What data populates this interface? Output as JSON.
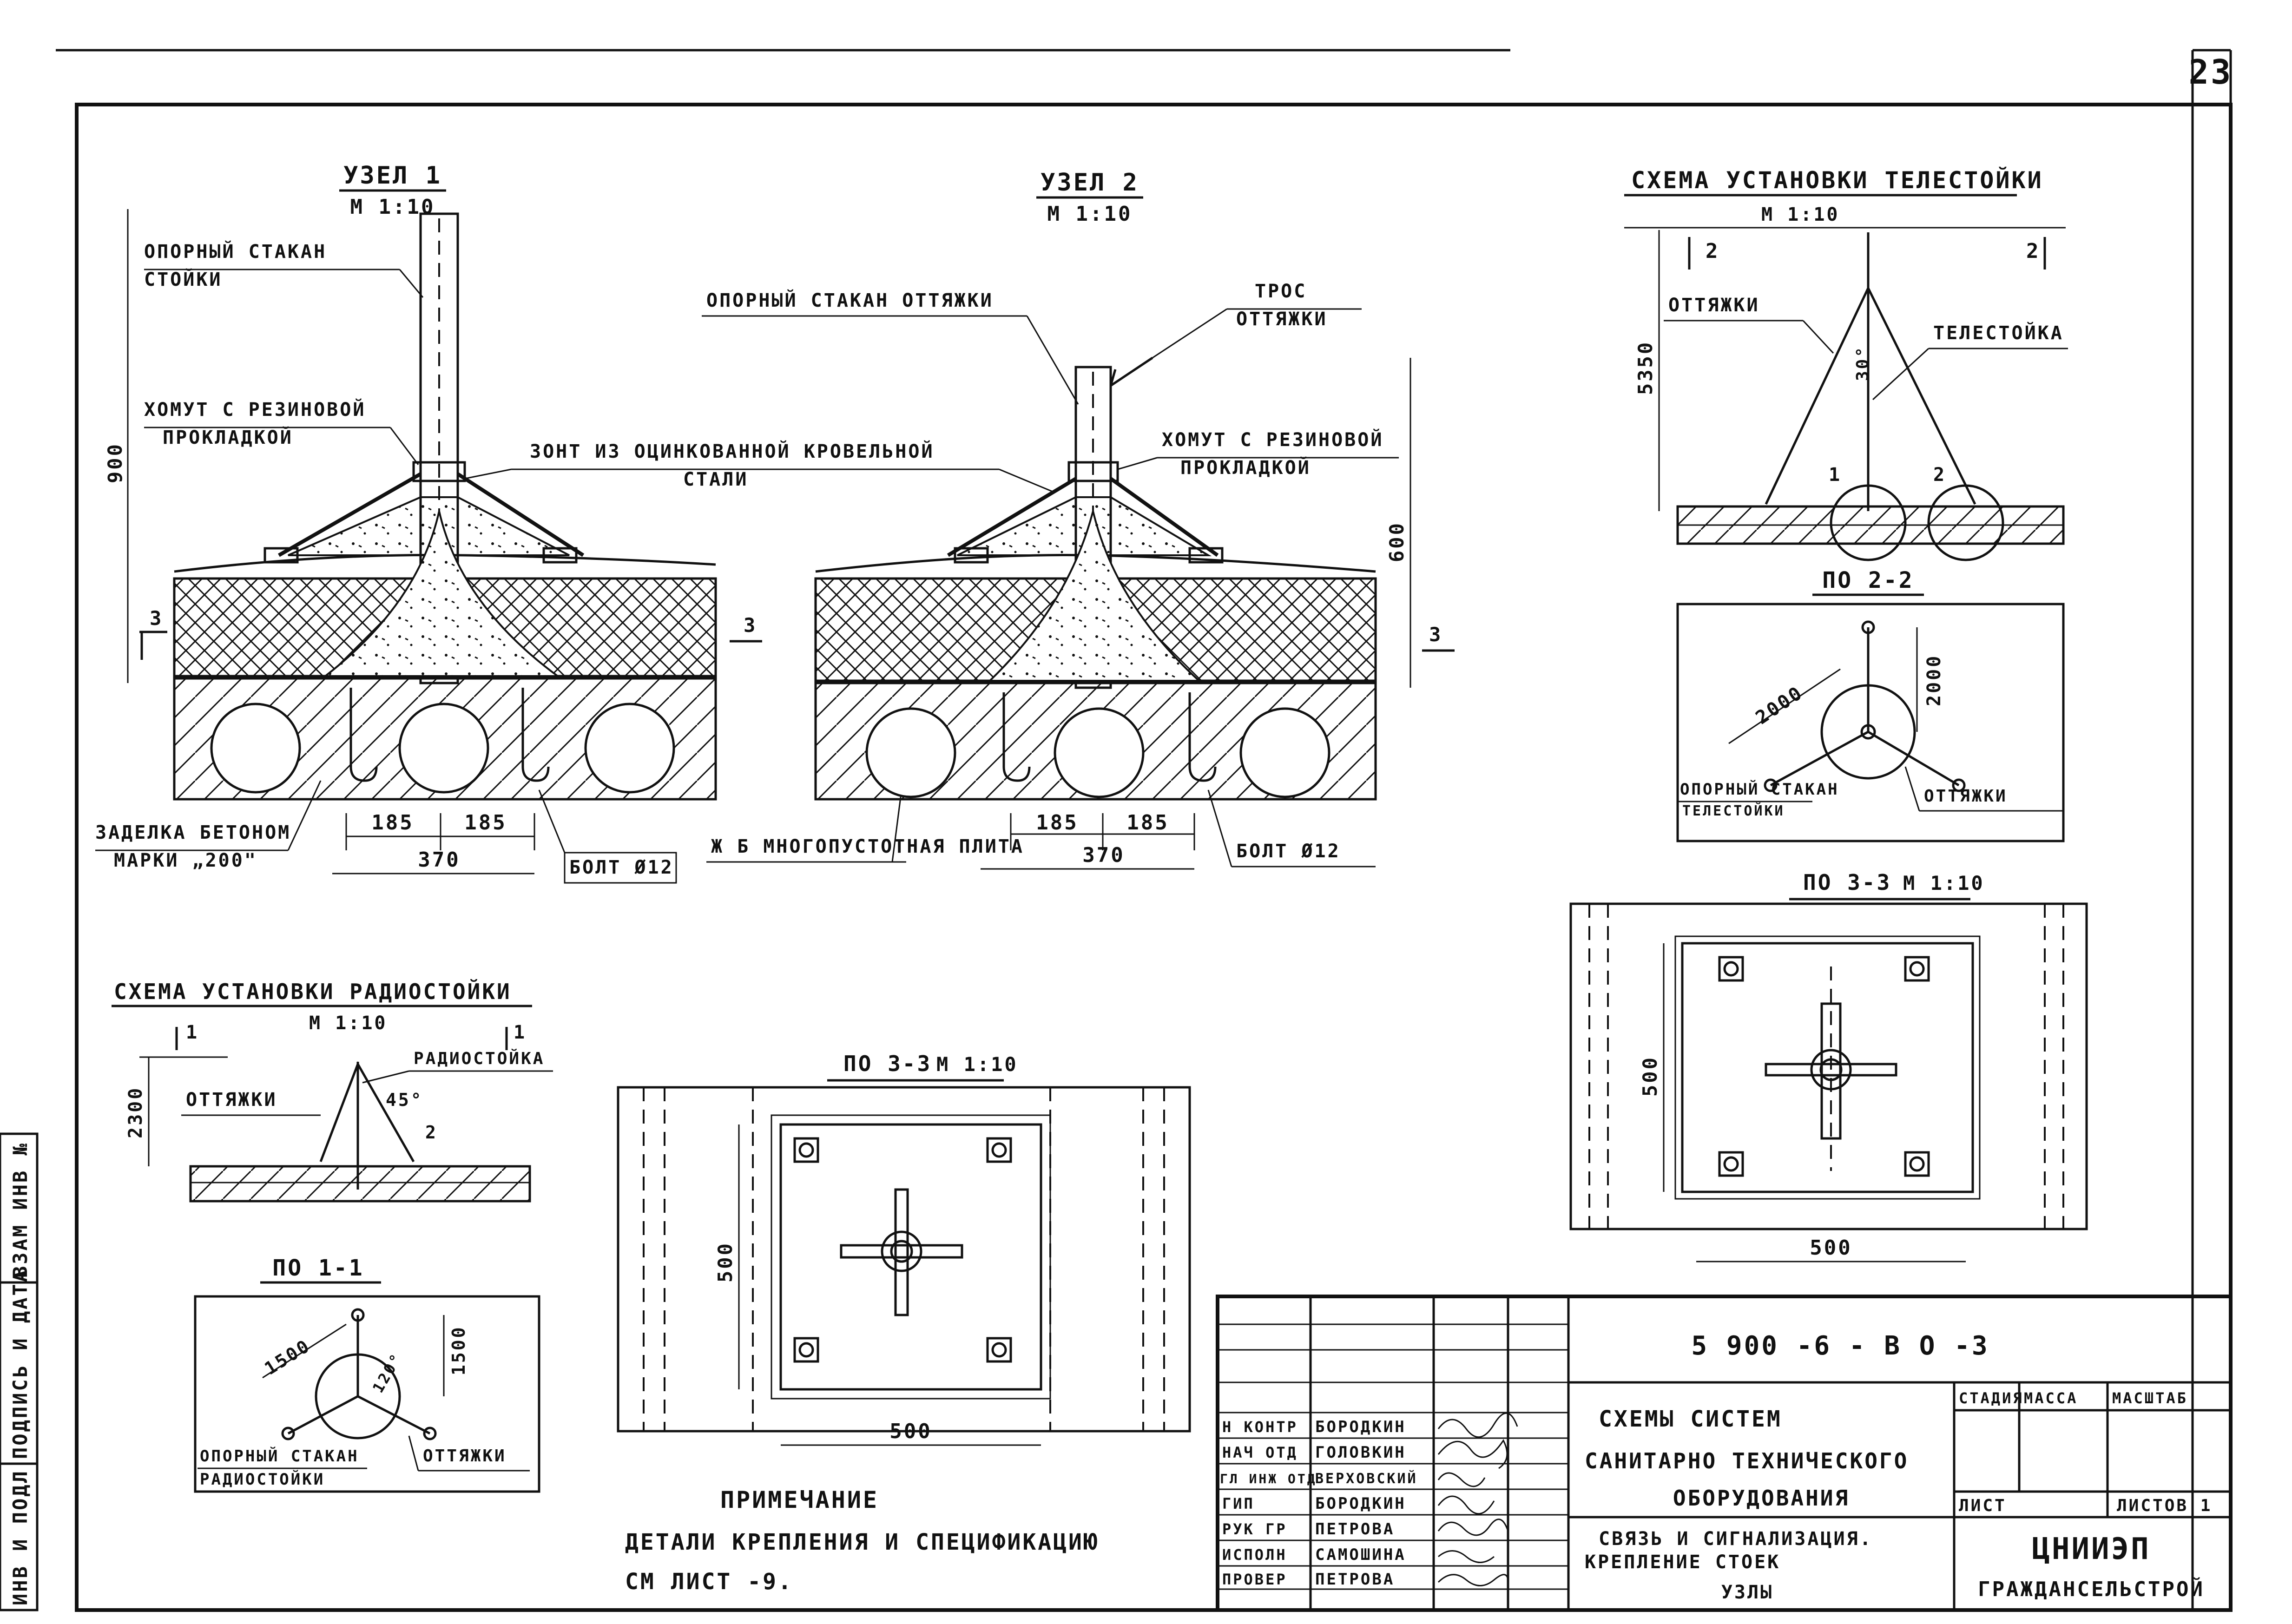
{
  "page_number": "23",
  "node1": {
    "title": "УЗЕЛ 1",
    "scale": "М 1:10",
    "label_cup": "ОПОРНЫЙ СТАКАН",
    "label_cup2": "СТОЙКИ",
    "label_clamp": "ХОМУТ С РЕЗИНОВОЙ",
    "label_clamp2": "ПРОКЛАДКОЙ",
    "label_concrete": "ЗАДЕЛКА БЕТОНОМ",
    "label_concrete2": "МАРКИ „200\"",
    "label_slab": "Ж Б МНОГОПУСТОТНАЯ ПЛИТА",
    "label_bolt": "БОЛТ Ø12",
    "dim_height": "900",
    "dim_a": "185",
    "dim_b": "185",
    "dim_total": "370",
    "section_mark": "3"
  },
  "umbrella_label": "ЗОНТ ИЗ ОЦИНКОВАННОЙ КРОВЕЛЬНОЙ",
  "umbrella_label2": "СТАЛИ",
  "node2": {
    "title": "УЗЕЛ 2",
    "scale": "М 1:10",
    "label_cup": "ОПОРНЫЙ СТАКАН ОТТЯЖКИ",
    "label_rope": "ТРОС",
    "label_rope2": "ОТТЯЖКИ",
    "label_clamp": "ХОМУТ С РЕЗИНОВОЙ",
    "label_clamp2": "ПРОКЛАДКОЙ",
    "label_bolt": "БОЛТ Ø12",
    "dim_height": "600",
    "dim_a": "185",
    "dim_b": "185",
    "dim_total": "370",
    "section_mark": "3"
  },
  "tv_scheme": {
    "title": "СХЕМА УСТАНОВКИ ТЕЛЕСТОЙКИ",
    "scale": "М 1:10",
    "label_guys": "ОТТЯЖКИ",
    "label_mast": "ТЕЛЕСТОЙКА",
    "dim_height": "5350",
    "angle": "30°",
    "mark_left": "2",
    "mark_right": "2",
    "num_1": "1",
    "num_2": "2"
  },
  "tv_section": {
    "title": "ПО 2-2",
    "dim_radial": "2000",
    "dim_vertical": "2000",
    "label_cup": "ОПОРНЫЙ СТАКАН",
    "label_cup2": "ТЕЛЕСТОЙКИ",
    "label_guys": "ОТТЯЖКИ"
  },
  "plan33_right": {
    "title": "ПО 3-3",
    "scale": "М 1:10",
    "dim_h": "500",
    "dim_v": "500"
  },
  "radio_scheme": {
    "title": "СХЕМА УСТАНОВКИ РАДИОСТОЙКИ",
    "scale": "М 1:10",
    "label_guys": "ОТТЯЖКИ",
    "label_mast": "РАДИОСТОЙКА",
    "dim_height": "2300",
    "angle": "45°",
    "mark_left": "1",
    "mark_right": "1",
    "num_2": "2"
  },
  "radio_section": {
    "title": "ПО 1-1",
    "dim_radial": "1500",
    "dim_vertical": "1500",
    "angle": "120°",
    "label_cup": "ОПОРНЫЙ СТАКАН",
    "label_cup2": "РАДИОСТОЙКИ",
    "label_guys": "ОТТЯЖКИ"
  },
  "plan33_left": {
    "title": "ПО 3-3",
    "scale": "М 1:10",
    "dim_h": "500",
    "dim_v": "500"
  },
  "note": {
    "title": "ПРИМЕЧАНИЕ",
    "line1": "ДЕТАЛИ КРЕПЛЕНИЯ И СПЕЦИФИКАЦИЮ",
    "line2": "СМ ЛИСТ -9."
  },
  "side_stamp": [
    "ИНВ И ПОДЛ",
    "ПОДПИСЬ И ДАТА",
    "ВЗАМ ИНВ №"
  ],
  "title_block": {
    "doc_code": "5 900 -6 - В О -3",
    "rows": [
      {
        "role": "Н КОНТР",
        "name": "БОРОДКИН"
      },
      {
        "role": "НАЧ ОТД",
        "name": "ГОЛОВКИН"
      },
      {
        "role": "ГЛ ИНЖ ОТД",
        "name": "ВЕРХОВСКИЙ"
      },
      {
        "role": "ГИП",
        "name": "БОРОДКИН"
      },
      {
        "role": "РУК ГР",
        "name": "ПЕТРОВА"
      },
      {
        "role": "ИСПОЛН",
        "name": "САМОШИНА"
      },
      {
        "role": "ПРОВЕР",
        "name": "ПЕТРОВА"
      }
    ],
    "desc1": "СХЕМЫ СИСТЕМ",
    "desc2": "САНИТАРНО ТЕХНИЧЕСКОГО",
    "desc3": "ОБОРУДОВАНИЯ",
    "sub1": "СВЯЗЬ И СИГНАЛИЗАЦИЯ.",
    "sub2": "КРЕПЛЕНИЕ СТОЕК",
    "sub3": "УЗЛЫ",
    "col_stage": "СТАДИЯ",
    "col_mass": "МАССА",
    "col_scale": "МАСШТАБ",
    "col_sheet": "ЛИСТ",
    "col_sheets": "ЛИСТОВ 1",
    "org1": "ЦНИИЭП",
    "org2": "ГРАЖДАНСЕЛЬСТРОЙ"
  }
}
